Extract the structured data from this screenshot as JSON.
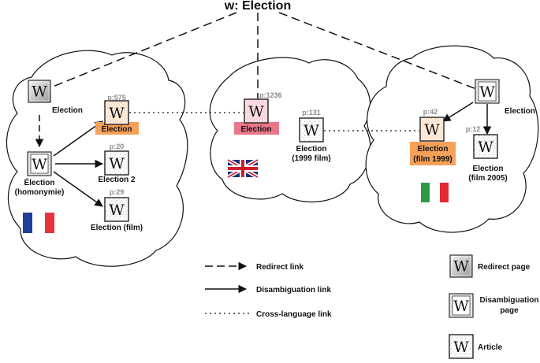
{
  "title": "w: Election",
  "colors": {
    "highlight_orange": "#f6a05a",
    "highlight_pink": "#e9778a",
    "flag_fr_blue": "#1f3f99",
    "flag_fr_red": "#e8333b",
    "flag_it_green": "#2f9a46",
    "flag_it_red": "#e02a2f",
    "flag_uk_blue": "#17307a",
    "flag_uk_red": "#d01f2c"
  },
  "clusters": {
    "french": {
      "flag": "flag-france-icon",
      "nodes": {
        "redirect": {
          "label": "Election",
          "type": "redirect"
        },
        "disamb": {
          "label1": "Élection",
          "label2": "(homonymie)",
          "type": "disambiguation"
        },
        "main": {
          "label": "Élection",
          "pop": "p:575",
          "type": "article",
          "highlight": "orange"
        },
        "e2": {
          "label": "Election 2",
          "pop": "p:20",
          "type": "article"
        },
        "film": {
          "label": "Election (film)",
          "pop": "p:29",
          "type": "article"
        }
      }
    },
    "english": {
      "flag": "flag-uk-icon",
      "nodes": {
        "main": {
          "label": "Election",
          "pop": "p:1236",
          "type": "article",
          "highlight": "pink"
        },
        "film1999": {
          "label1": "Election",
          "label2": "(1999 film)",
          "pop": "p:131",
          "type": "article"
        }
      }
    },
    "italian": {
      "flag": "flag-italy-icon",
      "nodes": {
        "disamb": {
          "label": "Election",
          "type": "disambiguation"
        },
        "film1999": {
          "label1": "Election",
          "label2": "(film 1999)",
          "pop": "p:42",
          "type": "article",
          "highlight": "orange"
        },
        "film2005": {
          "label1": "Election",
          "label2": "(film 2005)",
          "pop": "p:12",
          "type": "article"
        }
      }
    }
  },
  "legend": {
    "links": [
      {
        "label": "Redirect link",
        "style": "dashed"
      },
      {
        "label": "Disambiguation link",
        "style": "solid"
      },
      {
        "label": "Cross-language link",
        "style": "dotted"
      }
    ],
    "pages": [
      {
        "label": "Redirect page",
        "type": "redirect"
      },
      {
        "label1": "Disambiguation",
        "label2": "page",
        "type": "disambiguation"
      },
      {
        "label": "Article",
        "type": "article"
      }
    ]
  }
}
